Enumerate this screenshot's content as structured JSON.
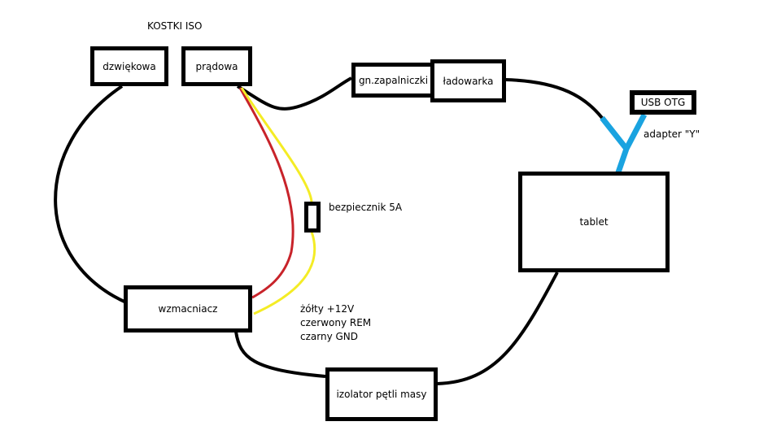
{
  "title": "KOSTKI ISO",
  "boxes": {
    "dzwiekowa": "dzwiękowa",
    "pradowa": "prądowa",
    "gniazdo": "gn.zapalniczki",
    "ladowarka": "ładowarka",
    "usb_otg": "USB OTG",
    "tablet": "tablet",
    "wzmacniacz": "wzmacniacz",
    "izolator": "izolator pętli masy"
  },
  "labels": {
    "fuse": "bezpiecznik 5A",
    "adapter": "adapter \"Y\"",
    "legend": [
      "żółty +12V",
      "czerwony REM",
      "czarny GND"
    ]
  },
  "colors": {
    "wire": "#000000",
    "red_wire": "#c8232a",
    "yellow_wire": "#f4ec25",
    "usb": "#1aa3e0"
  }
}
